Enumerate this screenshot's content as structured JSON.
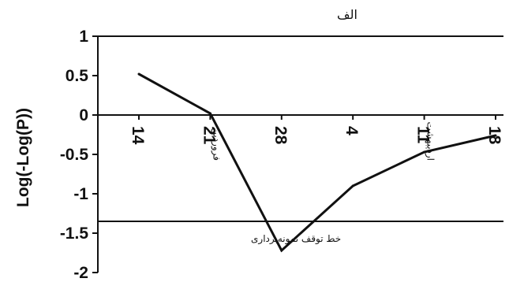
{
  "chart_data": {
    "type": "line",
    "title": "الف",
    "ylabel": "Log(-Log(P))",
    "xlabel": "",
    "ylim": [
      -2,
      1
    ],
    "yticks": [
      1,
      0.5,
      0,
      -0.5,
      -1,
      -1.5,
      -2
    ],
    "x_tick_labels": [
      "14",
      "21",
      "28",
      "4",
      "11",
      "18"
    ],
    "series": [
      {
        "points": [
          {
            "x": "14",
            "y": 0.52
          },
          {
            "x": "21",
            "y": 0.02
          },
          {
            "x": "28",
            "y": -1.72
          },
          {
            "x": "4",
            "y": -0.9
          },
          {
            "x": "11",
            "y": -0.47
          },
          {
            "x": "18",
            "y": -0.26
          }
        ]
      }
    ],
    "reference_lines": [
      {
        "y": -1.35,
        "label": "خط توقف نمونه‌برداری"
      }
    ],
    "month_annotations": [
      {
        "at": "21",
        "label": "فروردین"
      },
      {
        "at": "11",
        "label": "اردیبهشت"
      }
    ],
    "grid": false,
    "colors": {
      "line": "#111111",
      "axis": "#111111"
    }
  }
}
